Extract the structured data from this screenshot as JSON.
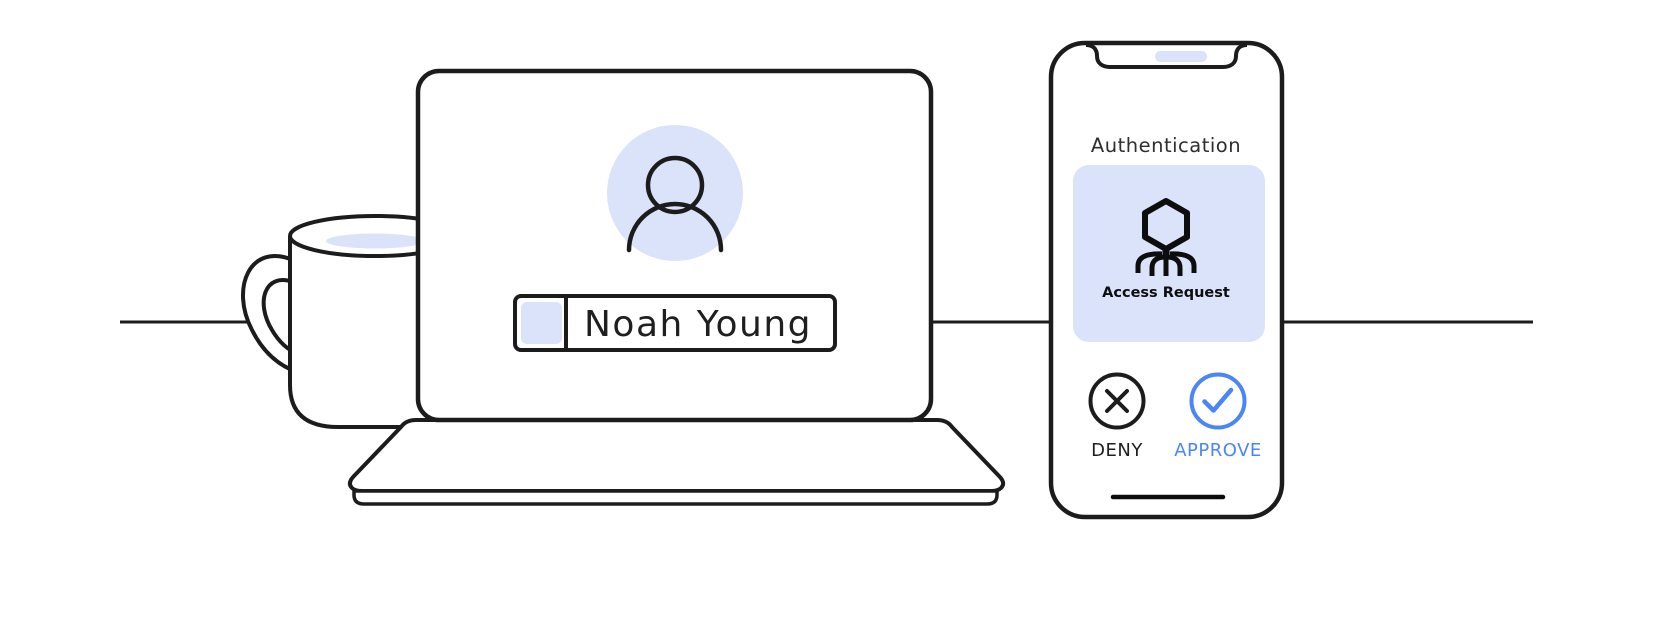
{
  "scene": {
    "background": "#ffffff",
    "outline_color": "#1c1c1c",
    "accent_blue": "#4a86f6",
    "light_blue": "#dbe3fb",
    "description": "Illustration of two-factor authentication: laptop login screen with user name, coffee mug, and smartphone showing an access request with deny/approve actions"
  },
  "laptop": {
    "username": "Noah Young"
  },
  "phone": {
    "title": "Authentication",
    "card_label": "Access Request",
    "deny_label": "DENY",
    "approve_label": "APPROVE"
  },
  "icons": {
    "avatar": "user-icon",
    "request": "access-request-phage-icon",
    "deny": "x-circle-icon",
    "approve": "check-circle-icon",
    "speaker": "phone-speaker-pill",
    "home": "home-indicator-bar"
  }
}
